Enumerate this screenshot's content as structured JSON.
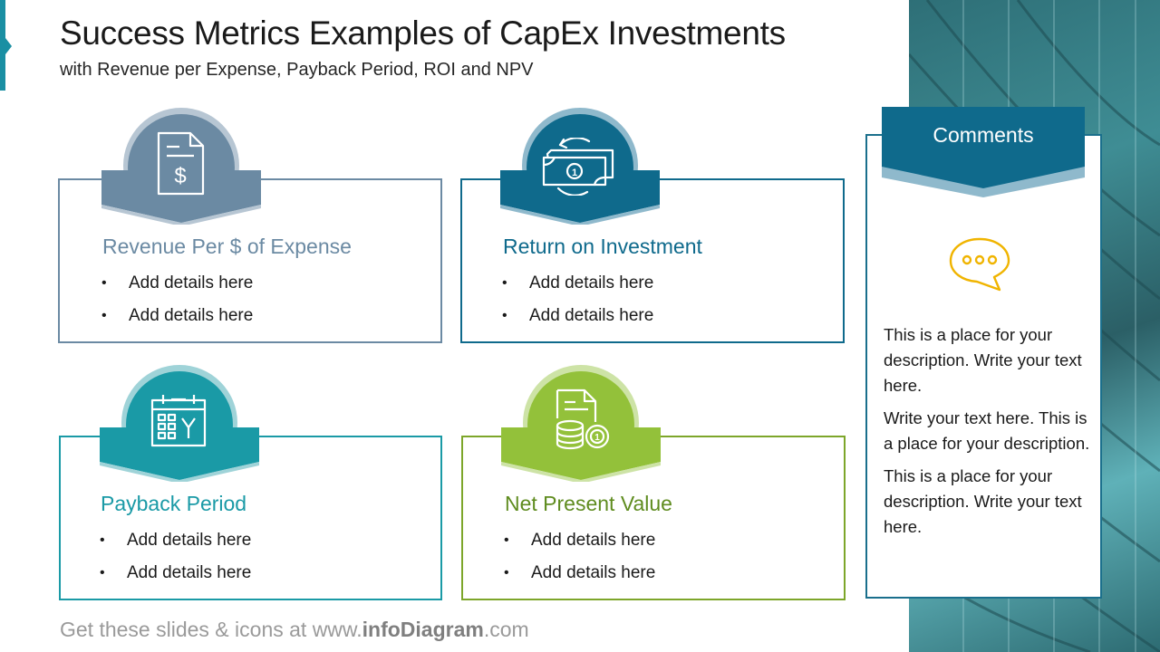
{
  "slide": {
    "title": "Success Metrics Examples of CapEx Investments",
    "subtitle": "with Revenue per Expense, Payback Period, ROI and NPV"
  },
  "metrics": [
    {
      "title": "Revenue Per $ of Expense",
      "color": "#6b8aa3",
      "icon": "document-dollar-icon",
      "bullets": [
        "Add details here",
        "Add details here"
      ]
    },
    {
      "title": "Return on Investment",
      "color": "#0f6a8c",
      "icon": "money-cycle-icon",
      "bullets": [
        "Add details here",
        "Add details here"
      ]
    },
    {
      "title": "Payback Period",
      "color": "#1a9aa6",
      "icon": "calendar-yen-icon",
      "bullets": [
        "Add details here",
        "Add details here"
      ]
    },
    {
      "title": "Net Present Value",
      "color": "#7da62a",
      "icon": "document-coins-icon",
      "bullets": [
        "Add details here",
        "Add details here"
      ]
    }
  ],
  "comments": {
    "heading": "Comments",
    "icon": "chat-bubble-icon",
    "paragraphs": [
      "This is a place for your description. Write your text here.",
      "Write your text here. This is a place for your description.",
      "This is a place for your description. Write your text here."
    ]
  },
  "footer": {
    "prefix": "Get these slides & icons at www.",
    "brand": "infoDiagram",
    "suffix": ".com"
  },
  "colors": {
    "accent": "#1a8fa3",
    "comments_header": "#0f6a8c",
    "chat_icon": "#f0b400"
  }
}
